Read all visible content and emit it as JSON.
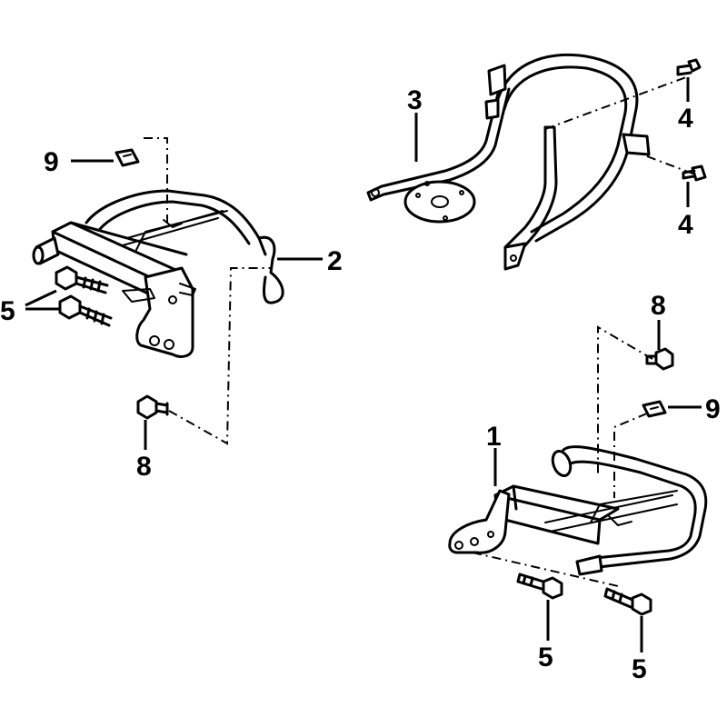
{
  "callouts": {
    "part_1": "1",
    "part_2": "2",
    "part_3": "3",
    "part_4_upper": "4",
    "part_4_lower": "4",
    "part_5_left": "5",
    "part_5_bottom_a": "5",
    "part_5_bottom_b": "5",
    "part_8_left": "8",
    "part_8_right": "8",
    "part_9_left": "9",
    "part_9_right": "9"
  }
}
